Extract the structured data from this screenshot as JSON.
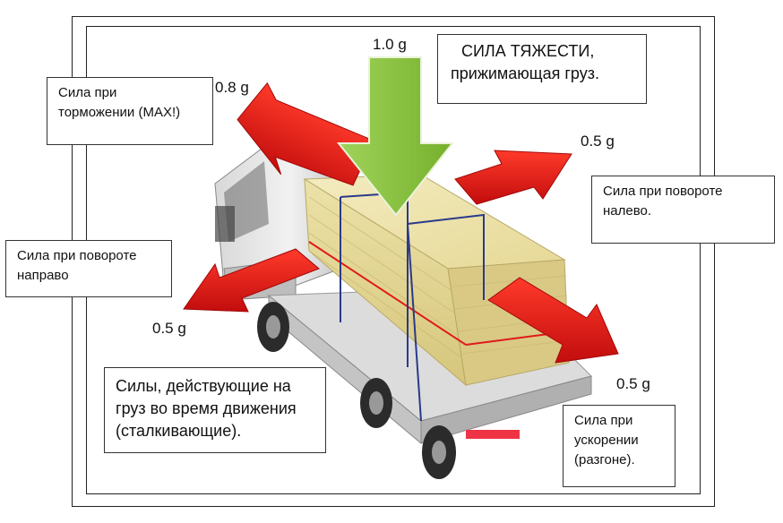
{
  "title": {
    "line1": "СИЛА ТЯЖЕСТИ,",
    "line2": "прижимающая груз."
  },
  "labels": {
    "braking": {
      "line1": "Сила при",
      "line2": "торможении (МАХ!)"
    },
    "turn_left": {
      "line1": "Сила при повороте",
      "line2": "налево."
    },
    "turn_right": {
      "line1": "Сила при повороте",
      "line2": "направо"
    },
    "acceleration": {
      "line1": "Сила при",
      "line2": "ускорении",
      "line3": "(разгоне)."
    },
    "forces_summary": {
      "line1": "Силы, действующие на",
      "line2": "груз во время движения",
      "line3": "(сталкивающие)."
    }
  },
  "magnitudes": {
    "gravity": "1.0 g",
    "braking": "0.8 g",
    "turn_left": "0.5 g",
    "turn_right": "0.5 g",
    "acceleration": "0.5 g"
  },
  "colors": {
    "force_arrow": "#e01a1a",
    "gravity_arrow": "#8cc63f",
    "cargo": "#eee4a8",
    "strap": "#2a3a8a"
  }
}
